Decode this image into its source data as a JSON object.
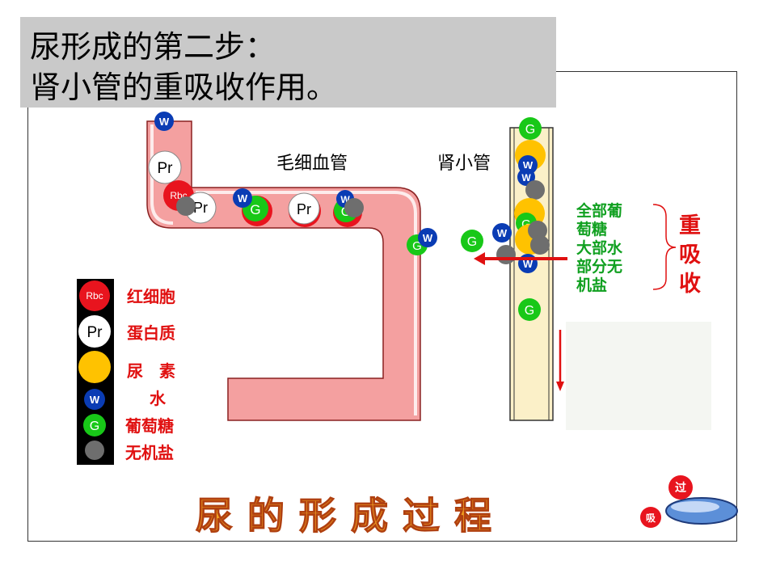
{
  "title": {
    "line1": "尿形成的第二步：",
    "line2": "肾小管的重吸收作用。"
  },
  "labels": {
    "capillary": "毛细血管",
    "tubule": "肾小管"
  },
  "reabsorption_list": [
    "全部葡",
    "萄糖",
    "大部水",
    "部分无",
    "机盐"
  ],
  "reabsorption_title": [
    "重",
    "吸",
    "收"
  ],
  "legend": [
    {
      "symbol": "Rbc",
      "label": "红细胞",
      "color": "#e8141e"
    },
    {
      "symbol": "Pr",
      "label": "蛋白质",
      "color": "#ffffff"
    },
    {
      "symbol": "",
      "label": "尿　素",
      "color": "#ffc200"
    },
    {
      "symbol": "W",
      "label": "水",
      "color": "#0a3cb4"
    },
    {
      "symbol": "G",
      "label": "葡萄糖",
      "color": "#18c818"
    },
    {
      "symbol": "",
      "label": "无机盐",
      "color": "#6e6e6e"
    }
  ],
  "particles": {
    "water": "W",
    "glucose": "G",
    "protein": "Pr",
    "rbc": "Rbc"
  },
  "bottom_title": "尿的形成过程",
  "nav": {
    "filter_button": "过",
    "absorb_button": "吸"
  },
  "colors": {
    "capillary_fill": "#f4a0a0",
    "tubule_fill": "#fbf0c8",
    "arrow": "#e01010",
    "legend_bg": "#000000"
  }
}
